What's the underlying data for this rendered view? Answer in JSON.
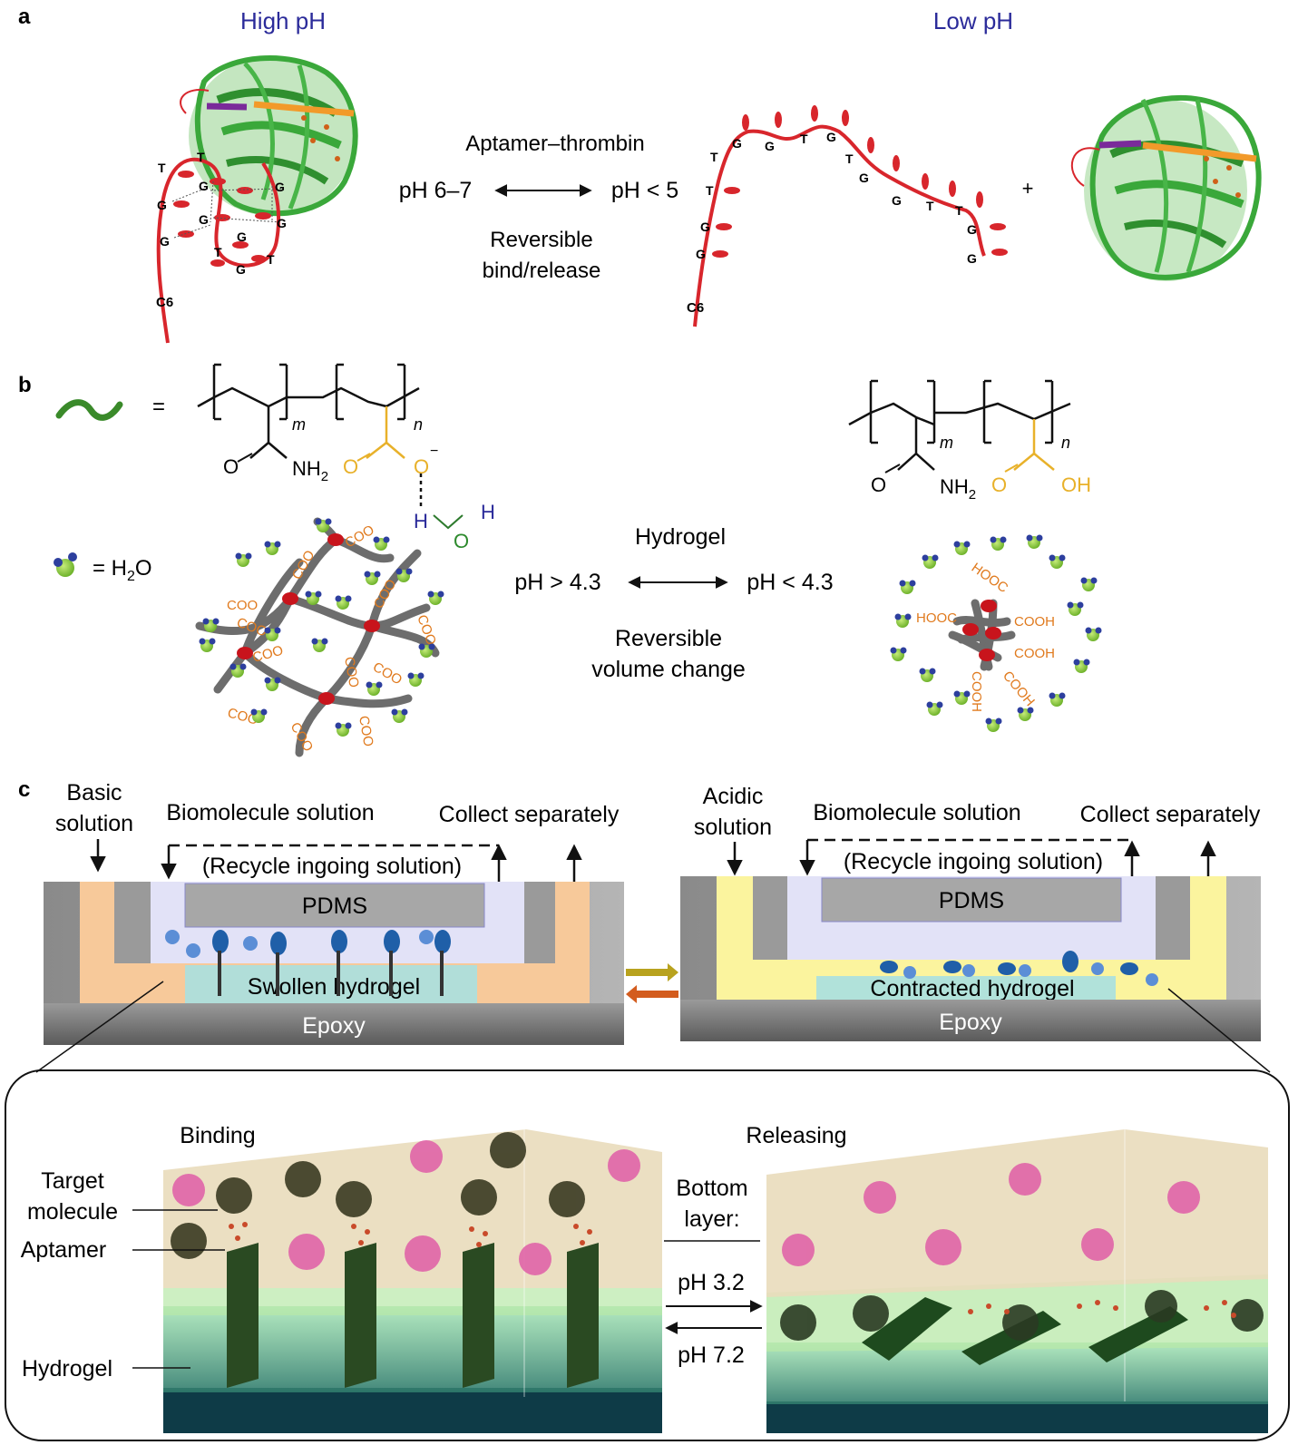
{
  "panel_a": {
    "label": "a",
    "high_ph": "High pH",
    "low_ph": "Low pH",
    "title": "Aptamer–thrombin",
    "ph_left": "pH 6–7",
    "ph_right": "pH < 5",
    "note_line1": "Reversible",
    "note_line2": "bind/release",
    "plus": "+",
    "c6": "C6",
    "bases_folded": [
      "T",
      "T",
      "G",
      "G",
      "G",
      "G",
      "G",
      "G",
      "G",
      "G",
      "T",
      "G",
      "T"
    ],
    "bases_linear": [
      "T",
      "G",
      "G",
      "T",
      "G",
      "T",
      "G",
      "G",
      "T",
      "T",
      "G",
      "G",
      "T",
      "G",
      "G"
    ]
  },
  "panel_b": {
    "label": "b",
    "equals": "=",
    "water_legend": "= H",
    "water_sub": "2",
    "water_tail": "O",
    "m": "m",
    "n": "n",
    "o_left": "O",
    "nh2": "NH",
    "nh2_sub": "2",
    "o_yellow": "O",
    "o_minus": "O",
    "minus": "−",
    "oh": "OH",
    "h_left": "H",
    "h_right": "H",
    "o_water": "O",
    "title": "Hydrogel",
    "ph_left": "pH > 4.3",
    "ph_right": "pH < 4.3",
    "note_line1": "Reversible",
    "note_line2": "volume change",
    "coo": "COO",
    "hooc": "HOOC",
    "cooh": "COOH"
  },
  "panel_c": {
    "label": "c",
    "basic_line1": "Basic",
    "basic_line2": "solution",
    "acidic_line1": "Acidic",
    "acidic_line2": "solution",
    "biomolecule": "Biomolecule solution",
    "collect": "Collect separately",
    "recycle": "(Recycle ingoing solution)",
    "pdms": "PDMS",
    "swollen": "Swollen hydrogel",
    "contracted": "Contracted hydrogel",
    "epoxy": "Epoxy",
    "binding": "Binding",
    "releasing": "Releasing",
    "target_line1": "Target",
    "target_line2": "molecule",
    "aptamer": "Aptamer",
    "hydrogel": "Hydrogel",
    "bottom_line1": "Bottom",
    "bottom_line2": "layer:",
    "ph_up": "pH 3.2",
    "ph_down": "pH 7.2"
  },
  "colors": {
    "title_blue": "#2b2b9a",
    "aptamer_red": "#d8262c",
    "protein_green": "#3aa83a",
    "hydrogel_grey": "#6d6d6d",
    "carboxyl_orange": "#e07a1e",
    "polymer_yellow": "#e8b12a",
    "water_green": "#8dc63f",
    "water_blue": "#2d3f9e",
    "basic_fill": "#f7c99a",
    "acidic_fill": "#fbf49e",
    "chamber_fill": "#e2e2f7",
    "hydrogel_fill": "#a8e0e0",
    "epoxy_fill": "#707070"
  }
}
